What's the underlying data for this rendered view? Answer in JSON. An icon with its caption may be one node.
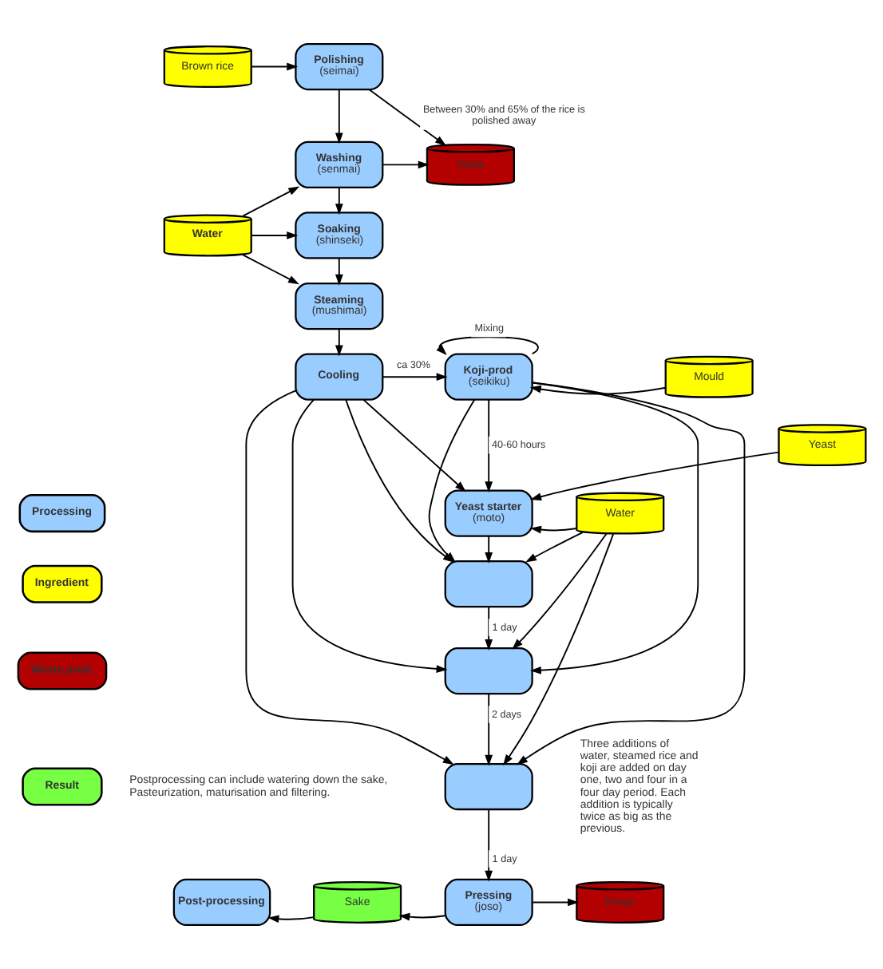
{
  "diagram": {
    "nodes": [
      {
        "text": [
          "Brown rice"
        ]
      },
      {
        "text": [
          "Polishing",
          "(seimai)"
        ]
      },
      {
        "text": [
          "Washing",
          "(senmai)"
        ]
      },
      {
        "text": [
          "Nuka"
        ]
      },
      {
        "text": [
          "Water"
        ]
      },
      {
        "text": [
          "Soaking",
          "(shinseki)"
        ]
      },
      {
        "text": [
          "Steaming",
          "(mushimai)"
        ]
      },
      {
        "text": [
          "Cooling"
        ]
      },
      {
        "text": [
          "Koji-prod",
          "(seikiku)"
        ]
      },
      {
        "text": [
          "Mould"
        ]
      },
      {
        "text": [
          "Yeast"
        ]
      },
      {
        "text": [
          "Yeast starter",
          "(moto)"
        ]
      },
      {
        "text": [
          "Water"
        ]
      },
      {
        "text": [],
        "shape": "box"
      },
      {
        "text": [],
        "shape": "box"
      },
      {
        "text": [],
        "shape": "box"
      },
      {
        "text": [
          "Post-processing"
        ]
      },
      {
        "text": [
          "Sake"
        ]
      },
      {
        "text": [
          "Pressing",
          "(joso)"
        ]
      },
      {
        "text": [
          "Dregs"
        ]
      }
    ],
    "edges": [
      {
        "from": 0,
        "to": 1,
        "arrow": "to"
      },
      {
        "from": 1,
        "to": 2,
        "arrow": "to"
      },
      {
        "from": 1,
        "to": 3,
        "arrow": "to",
        "label": "Between 30% and 65% of the rice is polished away"
      },
      {
        "from": 2,
        "to": 3,
        "arrow": "to"
      },
      {
        "from": 4,
        "to": 2,
        "arrow": "to"
      },
      {
        "from": 2,
        "to": 5,
        "arrow": "to"
      },
      {
        "from": 4,
        "to": 5,
        "arrow": "to"
      },
      {
        "from": 4,
        "to": 6,
        "arrow": "to"
      },
      {
        "from": 5,
        "to": 6,
        "arrow": "to"
      },
      {
        "from": 6,
        "to": 7,
        "arrow": "to"
      },
      {
        "from": 7,
        "to": 8,
        "arrow": "to",
        "label": "ca 30%"
      },
      {
        "from": 8,
        "to": 8,
        "arrow": "to",
        "label": "Mixing"
      },
      {
        "from": 9,
        "to": 8,
        "arrow": "to"
      },
      {
        "from": 8,
        "to": 11,
        "arrow": "to",
        "label": "40-60 hours"
      },
      {
        "from": 10,
        "to": 11,
        "arrow": "to"
      },
      {
        "from": 12,
        "to": 11,
        "arrow": "to"
      },
      {
        "from": 7,
        "to": 11,
        "arrow": "to"
      },
      {
        "from": 7,
        "to": 13,
        "arrow": "to"
      },
      {
        "from": 7,
        "to": 14,
        "arrow": "to"
      },
      {
        "from": 7,
        "to": 15,
        "arrow": "to"
      },
      {
        "from": 8,
        "to": 13,
        "arrow": "to"
      },
      {
        "from": 8,
        "to": 14,
        "arrow": "to"
      },
      {
        "from": 8,
        "to": 15,
        "arrow": "to"
      },
      {
        "from": 11,
        "to": 13,
        "arrow": "to"
      },
      {
        "from": 12,
        "to": 13,
        "arrow": "to"
      },
      {
        "from": 12,
        "to": 14,
        "arrow": "to"
      },
      {
        "from": 12,
        "to": 15,
        "arrow": "to"
      },
      {
        "from": 13,
        "to": 14,
        "arrow": "to",
        "label": "1 day"
      },
      {
        "from": 14,
        "to": 15,
        "arrow": "to",
        "label": "2 days"
      },
      {
        "from": 15,
        "to": 18,
        "arrow": "to",
        "label": "1 day"
      },
      {
        "from": 18,
        "to": 17,
        "arrow": "to"
      },
      {
        "from": 17,
        "to": 16,
        "arrow": "to"
      },
      {
        "from": 18,
        "to": 19,
        "arrow": "to"
      }
    ],
    "labels": [
      "Three additions of water, steamed rice and koji are added on day one, two and four in a four day period. Each addition is typically twice as big as the previous.",
      "Postprocessing can include watering down the sake, Pasteurization, maturisation and filtering."
    ],
    "legend": [
      {
        "text": "Processing",
        "color": "#99ccff"
      },
      {
        "text": "Ingredient",
        "color": "#ffff00"
      },
      {
        "text": "Waste prod.",
        "color": "#b30000"
      },
      {
        "text": "Result",
        "color": "#77ff44"
      }
    ]
  }
}
